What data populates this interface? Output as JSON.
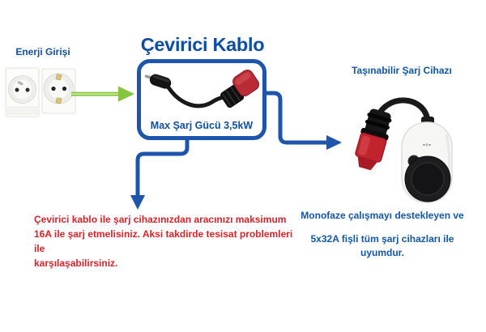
{
  "page": {
    "background": "#ffffff"
  },
  "colors": {
    "accent_blue": "#1e55ac",
    "title_blue": "#0d4da4",
    "text_blue": "#1257a8",
    "warning_red": "#e02026",
    "arrow_green": "#86c440",
    "plug_red": "#c1242c"
  },
  "energy_input": {
    "label": "Enerji Girişi",
    "icons": [
      "wall-socket-type-e",
      "wall-socket-schuko"
    ]
  },
  "converter": {
    "title": "Çevirici Kablo",
    "box_label": "Max Şarj Gücü 3,5kW",
    "icon": "converter-cable-image"
  },
  "charger": {
    "label": "Taşınabilir Şarj Cihazı",
    "icon": "portable-charger-image"
  },
  "arrows": {
    "green_arrow": "energy-to-converter",
    "right_arrow": "converter-to-charger",
    "down_arrow": "converter-to-warning"
  },
  "warning": {
    "lines": [
      "Çevirici kablo ile şarj cihazınızdan aracınızı maksimum",
      "16A ile şarj etmelisiniz. Aksi takdirde tesisat problemleri ile",
      "karşılaşabilirsiniz."
    ]
  },
  "compatibility": {
    "lines": [
      "Monofaze çalışmayı destekleyen ve",
      "5x32A fişli tüm şarj cihazları ile uyumdur."
    ]
  }
}
